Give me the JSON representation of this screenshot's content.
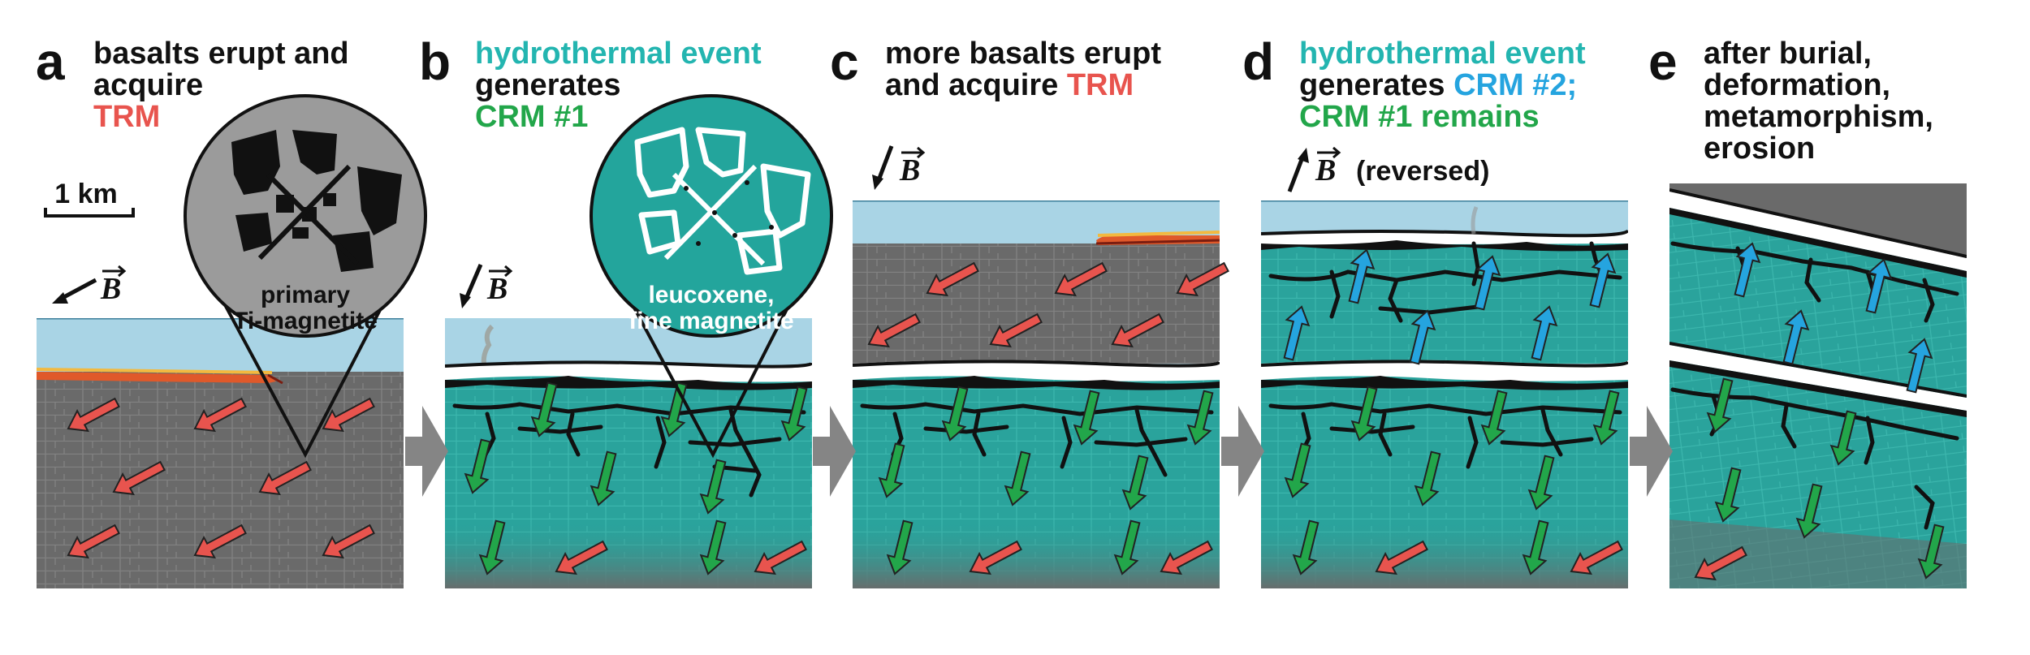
{
  "colors": {
    "rock": "#6a6a6a",
    "rock_line": "#8a8a8a",
    "water": "#a9d4e5",
    "altered": "#2aa39c",
    "trm_arrow": "#e8544e",
    "crm1_arrow": "#22a64a",
    "crm2_arrow": "#25a4df",
    "flow": "#e0592a",
    "inset_gray": "#9b9b9b",
    "inset_teal": "#23a59c"
  },
  "panels": [
    {
      "letter": "a",
      "caption_lines": [
        [
          {
            "t": "basalts erupt and",
            "c": "black"
          }
        ],
        [
          {
            "t": "acquire",
            "c": "black"
          }
        ],
        [
          {
            "t": "TRM",
            "c": "red"
          }
        ]
      ]
    },
    {
      "letter": "b",
      "caption_lines": [
        [
          {
            "t": "hydrothermal event",
            "c": "teal"
          }
        ],
        [
          {
            "t": "generates",
            "c": "black"
          }
        ],
        [
          {
            "t": "CRM #1",
            "c": "green"
          }
        ]
      ]
    },
    {
      "letter": "c",
      "caption_lines": [
        [
          {
            "t": "more basalts erupt",
            "c": "black"
          }
        ],
        [
          {
            "t": "and acquire ",
            "c": "black"
          },
          {
            "t": "TRM",
            "c": "red"
          }
        ]
      ]
    },
    {
      "letter": "d",
      "caption_lines": [
        [
          {
            "t": "hydrothermal event",
            "c": "teal"
          }
        ],
        [
          {
            "t": "generates ",
            "c": "black"
          },
          {
            "t": "CRM #2;",
            "c": "blue"
          }
        ],
        [
          {
            "t": "CRM #1 remains",
            "c": "green"
          }
        ]
      ]
    },
    {
      "letter": "e",
      "caption_lines": [
        [
          {
            "t": "after burial,",
            "c": "black"
          }
        ],
        [
          {
            "t": "deformation,",
            "c": "black"
          }
        ],
        [
          {
            "t": "metamorphism,",
            "c": "black"
          }
        ],
        [
          {
            "t": "erosion",
            "c": "black"
          }
        ]
      ]
    }
  ],
  "scale_bar": {
    "label": "1 km"
  },
  "field": {
    "symbol": "B",
    "reversed_label": "(reversed)"
  },
  "insets": {
    "a": {
      "lines": [
        "primary",
        "Ti-magnetite"
      ]
    },
    "b": {
      "lines": [
        "leucoxene,",
        "fine magnetite"
      ]
    }
  }
}
